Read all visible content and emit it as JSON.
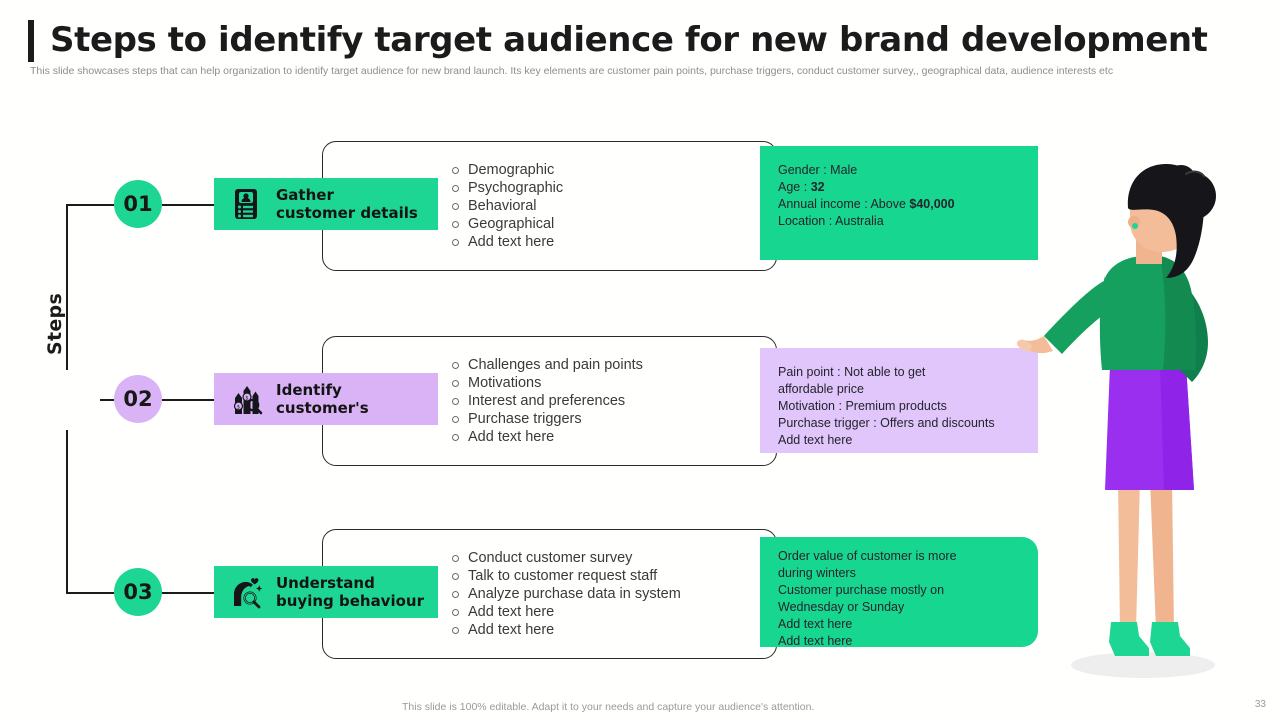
{
  "header": {
    "title": "Steps to identify target audience for new brand development",
    "subtitle": "This slide showcases steps that can help organization to identify target audience for new brand launch. Its key elements are customer pain points, purchase triggers, conduct customer survey,, geographical data, audience interests etc"
  },
  "axis": {
    "label": "Steps"
  },
  "colors": {
    "green": "#1ed693",
    "green_dark": "#18b87c",
    "purple": "#d9b3f5",
    "purple_light": "#e0c6fa",
    "ink": "#1b1b1b",
    "muted": "#9a9a9a"
  },
  "steps": [
    {
      "number": "01",
      "circle_color": "#1ed693",
      "chip_color": "#1ed693",
      "chip_title_line1": "Gather",
      "chip_title_line2": "customer details",
      "icon": "clipboard-person-icon",
      "bullets": [
        "Demographic",
        "Psychographic",
        "Behavioral",
        "Geographical",
        "Add text here"
      ],
      "card_color": "#17d68f",
      "card_lines": [
        {
          "label": "Gender",
          "sep": ":",
          "value": "Male",
          "bold": ""
        },
        {
          "label": "Age",
          "sep": ":",
          "value": "",
          "bold": "32"
        },
        {
          "label": "Annual income",
          "sep": ":",
          "value": "Above",
          "bold": "$40,000"
        },
        {
          "label": "Location",
          "sep": ":",
          "value": "Australia",
          "bold": ""
        }
      ]
    },
    {
      "number": "02",
      "circle_color": "#d9b3f5",
      "chip_color": "#d9b3f5",
      "chip_title_line1": "Identify",
      "chip_title_line2": "customer's",
      "icon": "growth-chart-search-icon",
      "bullets": [
        "Challenges and pain points",
        "Motivations",
        "Interest and preferences",
        "Purchase triggers",
        "Add text here"
      ],
      "card_color": "#e0c6fa",
      "card_lines": [
        {
          "label": "Pain point",
          "sep": ":",
          "value": "Not able to get",
          "bold": ""
        },
        {
          "label": "",
          "sep": "",
          "value": "affordable price",
          "bold": ""
        },
        {
          "label": "Motivation",
          "sep": ":",
          "value": "Premium products",
          "bold": ""
        },
        {
          "label": "Purchase trigger",
          "sep": ":",
          "value": "Offers and discounts",
          "bold": ""
        },
        {
          "label": "",
          "sep": "",
          "value": "Add text here",
          "bold": ""
        }
      ]
    },
    {
      "number": "03",
      "circle_color": "#1ed693",
      "chip_color": "#1ed693",
      "chip_title_line1": "Understand",
      "chip_title_line2": "buying behaviour",
      "icon": "head-question-search-icon",
      "bullets": [
        "Conduct customer survey",
        "Talk to customer request staff",
        "Analyze purchase data in system",
        "Add text here",
        "Add text here"
      ],
      "card_color": "#17d68f",
      "card_lines": [
        {
          "label": "",
          "sep": "",
          "value": "Order value of customer is more",
          "bold": ""
        },
        {
          "label": "",
          "sep": "",
          "value": "during winters",
          "bold": ""
        },
        {
          "label": "",
          "sep": "",
          "value": "Customer purchase mostly on",
          "bold": ""
        },
        {
          "label": "",
          "sep": "",
          "value": "Wednesday or Sunday",
          "bold": ""
        },
        {
          "label": "",
          "sep": "",
          "value": "Add text here",
          "bold": ""
        },
        {
          "label": "",
          "sep": "",
          "value": "Add text here",
          "bold": ""
        }
      ]
    }
  ],
  "footer": {
    "note": "This slide is 100% editable. Adapt it to your needs and capture your audience's attention.",
    "page_number": "33"
  },
  "illustration": {
    "name": "woman-presenting-illustration",
    "hair_color": "#16161a",
    "top_color": "#16a05f",
    "skirt_color": "#9a2ff0",
    "skin_color": "#f3bd9a",
    "shoe_color": "#1ed693"
  }
}
